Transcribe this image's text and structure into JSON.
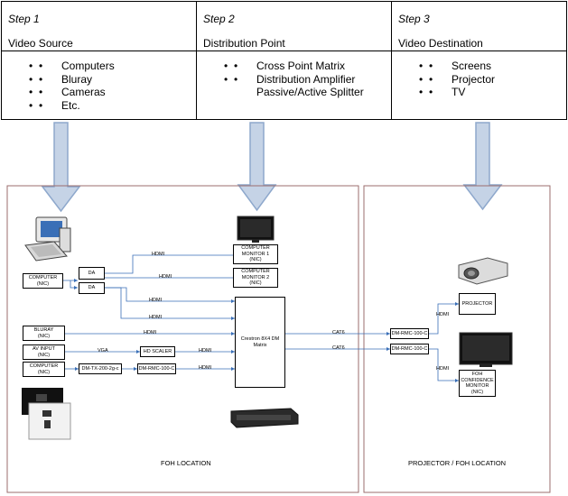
{
  "steps": [
    {
      "step": "Step 1",
      "title": "Video Source",
      "items": [
        "Computers",
        "Bluray",
        "Cameras",
        "Etc."
      ]
    },
    {
      "step": "Step 2",
      "title": "Distribution Point",
      "items": [
        "Cross Point Matrix",
        "Distribution Amplifier",
        "Passive/Active  Splitter"
      ]
    },
    {
      "step": "Step 3",
      "title": "Video Destination",
      "items": [
        "Screens",
        "Projector",
        "TV"
      ]
    }
  ],
  "diagram": {
    "boxes": {
      "computer_nic": "COMPUTER\n(NIC)",
      "da1": "DA",
      "da2": "DA",
      "bluray": "BLURAY\n(NIC)",
      "av_input": "AV INPUT\n(NIC)",
      "hd_scaler": "HD SCALER",
      "computer2": "COMPUTER\n(NIC)",
      "dm_tx": "DM-TX-200-2g-c",
      "dm_rmc_left": "DM-RMC-100-C",
      "monitor1": "COMPUTER\nMONITOR 1\n(NIC)",
      "monitor2": "COMPUTER\nMONITOR 2\n(NIC)",
      "matrix": "Crestron 8X4 DM\nMatrix",
      "dm_rmc_r1": "DM-RMC-100-C",
      "dm_rmc_r2": "DM-RMC-100-C",
      "projector": "PROJECTOR",
      "foh_monitor": "FOH\nCONFIDENCE\nMONITOR\n(NIC)"
    },
    "wire_labels": {
      "hdmi": "HDMI",
      "vga": "VGA",
      "cat6": "CAT6"
    },
    "locations": {
      "foh": "FOH LOCATION",
      "projector_foh": "PROJECTOR / FOH LOCATION"
    }
  }
}
